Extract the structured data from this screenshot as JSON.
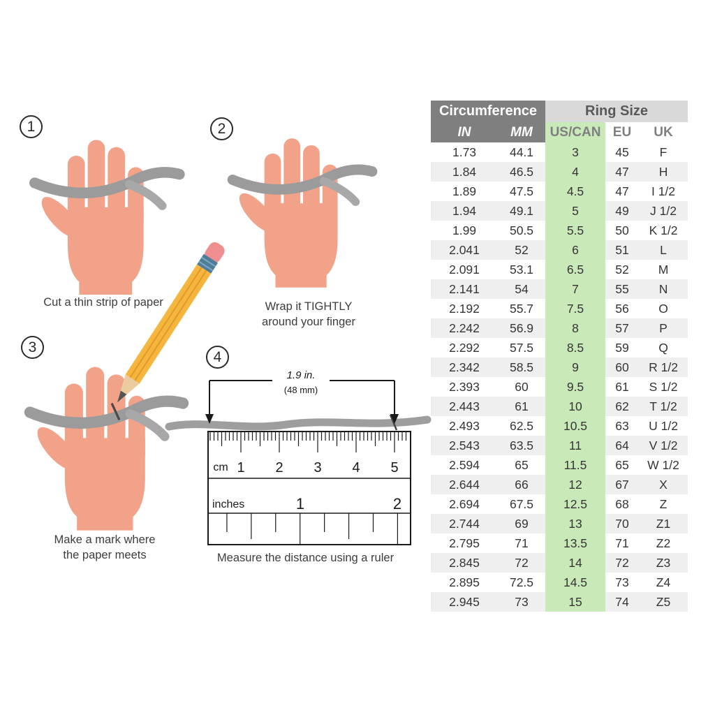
{
  "steps": [
    {
      "number": "1",
      "caption_lines": [
        "Cut a thin strip of paper"
      ]
    },
    {
      "number": "2",
      "caption_lines": [
        "Wrap it TIGHTLY",
        "around your finger"
      ]
    },
    {
      "number": "3",
      "caption_lines": [
        "Make a mark where",
        "the paper meets"
      ]
    },
    {
      "number": "4",
      "caption_lines": [
        "Measure the distance using a ruler"
      ]
    }
  ],
  "ruler": {
    "length_label_top": "1.9 in.",
    "length_label_bottom": "(48 mm)",
    "cm_unit_label": "cm",
    "cm_numbers": [
      "1",
      "2",
      "3",
      "4",
      "5"
    ],
    "inches_unit_label": "inches",
    "inch_numbers": [
      "1",
      "2"
    ]
  },
  "table": {
    "group_headers": [
      {
        "label": "Circumference"
      },
      {
        "label": "Ring Size"
      }
    ],
    "columns": [
      "IN",
      "MM",
      "US/CAN",
      "EU",
      "UK"
    ],
    "rows": [
      [
        "1.73",
        "44.1",
        "3",
        "45",
        "F"
      ],
      [
        "1.84",
        "46.5",
        "4",
        "47",
        "H"
      ],
      [
        "1.89",
        "47.5",
        "4.5",
        "47",
        "I 1/2"
      ],
      [
        "1.94",
        "49.1",
        "5",
        "49",
        "J 1/2"
      ],
      [
        "1.99",
        "50.5",
        "5.5",
        "50",
        "K 1/2"
      ],
      [
        "2.041",
        "52",
        "6",
        "51",
        "L"
      ],
      [
        "2.091",
        "53.1",
        "6.5",
        "52",
        "M"
      ],
      [
        "2.141",
        "54",
        "7",
        "55",
        "N"
      ],
      [
        "2.192",
        "55.7",
        "7.5",
        "56",
        "O"
      ],
      [
        "2.242",
        "56.9",
        "8",
        "57",
        "P"
      ],
      [
        "2.292",
        "57.5",
        "8.5",
        "59",
        "Q"
      ],
      [
        "2.342",
        "58.5",
        "9",
        "60",
        "R 1/2"
      ],
      [
        "2.393",
        "60",
        "9.5",
        "61",
        "S 1/2"
      ],
      [
        "2.443",
        "61",
        "10",
        "62",
        "T 1/2"
      ],
      [
        "2.493",
        "62.5",
        "10.5",
        "63",
        "U 1/2"
      ],
      [
        "2.543",
        "63.5",
        "11",
        "64",
        "V 1/2"
      ],
      [
        "2.594",
        "65",
        "11.5",
        "65",
        "W 1/2"
      ],
      [
        "2.644",
        "66",
        "12",
        "67",
        "X"
      ],
      [
        "2.694",
        "67.5",
        "12.5",
        "68",
        "Z"
      ],
      [
        "2.744",
        "69",
        "13",
        "70",
        "Z1"
      ],
      [
        "2.795",
        "71",
        "13.5",
        "71",
        "Z2"
      ],
      [
        "2.845",
        "72",
        "14",
        "72",
        "Z3"
      ],
      [
        "2.895",
        "72.5",
        "14.5",
        "73",
        "Z4"
      ],
      [
        "2.945",
        "73",
        "15",
        "74",
        "Z5"
      ]
    ]
  },
  "colors": {
    "header_dark_gray": "#7f7f7f",
    "header_light_gray": "#d9d9d9",
    "uscan_green": "#c9e9b9",
    "row_alt_gray": "#efefef",
    "hand_skin": "#f2a288",
    "paper_strip_gray": "#9b9b9b",
    "pencil_yellow": "#f5b63e",
    "pencil_eraser_pink": "#f08f8f",
    "pencil_ferrule_blue": "#4d7d99"
  }
}
